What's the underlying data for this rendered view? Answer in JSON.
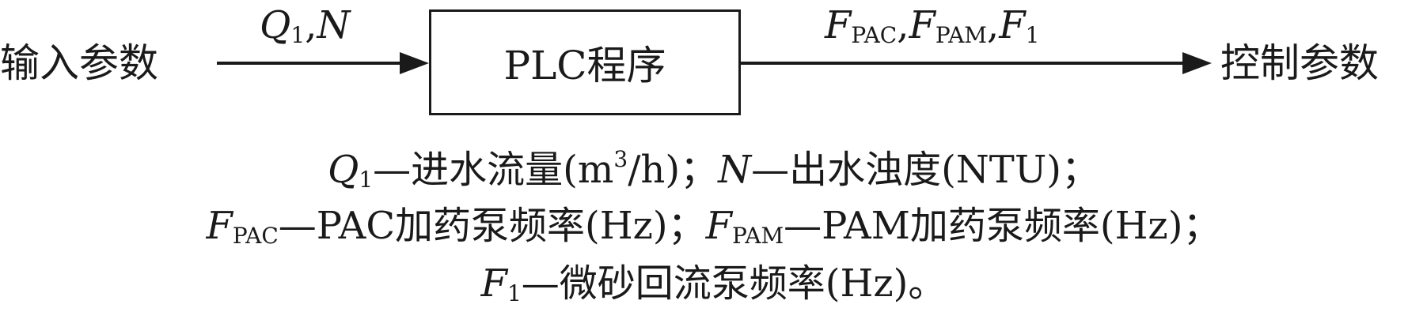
{
  "input_node": {
    "label": "输入参数"
  },
  "process_node": {
    "label": "PLC程序"
  },
  "output_node": {
    "label": "控制参数"
  },
  "edge_in": {
    "var1": "Q",
    "var1_sub": "1",
    "sep": ",",
    "var2": "N"
  },
  "edge_out": {
    "var1": "F",
    "var1_sub": "PAC",
    "sep1": ",",
    "var2": "F",
    "var2_sub": "PAM",
    "sep2": ",",
    "var3": "F",
    "var3_sub": "1"
  },
  "legend": {
    "line1": {
      "sym1": "Q",
      "sym1_sub": "1",
      "desc1_a": "—进水流量(m",
      "desc1_sup": "3",
      "desc1_b": "/h)；",
      "sym2": "N",
      "desc2": "—出水浊度(NTU)；"
    },
    "line2": {
      "sym1": "F",
      "sym1_sub": "PAC",
      "desc1": "—PAC加药泵频率(Hz)；",
      "sym2": "F",
      "sym2_sub": "PAM",
      "desc2": "—PAM加药泵频率(Hz)；"
    },
    "line3": {
      "sym1": "F",
      "sym1_sub": "1",
      "desc1": "—微砂回流泵频率(Hz)。"
    }
  },
  "colors": {
    "stroke": "#1a1a1a",
    "background": "#ffffff"
  }
}
